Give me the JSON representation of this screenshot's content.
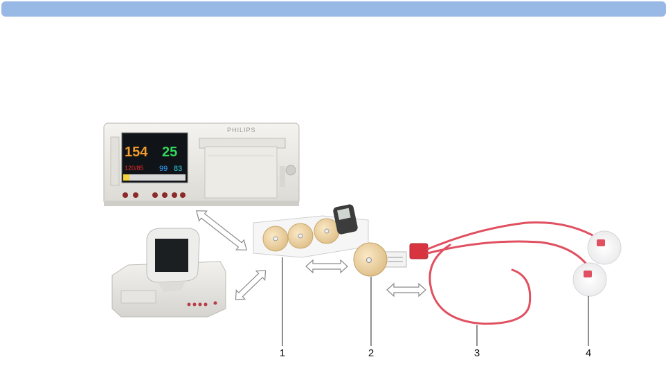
{
  "monitor": {
    "brand": "PHILIPS",
    "readings": {
      "fhr": "154",
      "toco": "25",
      "nibp": "120/85",
      "spo2": "99",
      "pulse": "83"
    }
  },
  "callouts": [
    {
      "number": "1"
    },
    {
      "number": "2"
    },
    {
      "number": "3"
    },
    {
      "number": "4"
    }
  ],
  "colors": {
    "header_bar": "#98b9e6",
    "cable": "#e05060",
    "transducer": "#f0d6a6"
  }
}
